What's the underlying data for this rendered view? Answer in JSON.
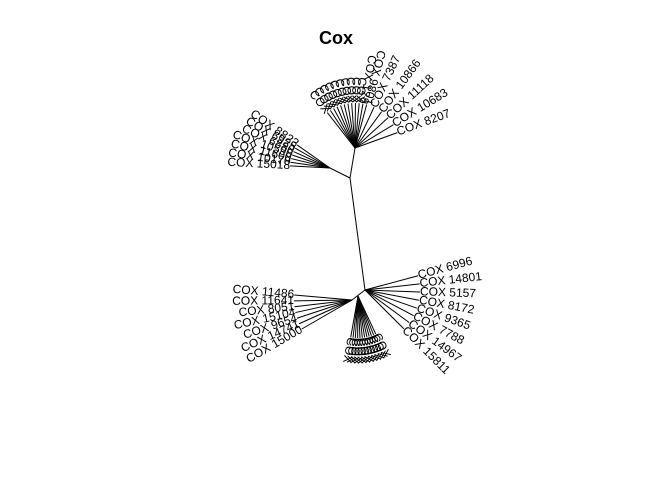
{
  "title": "Cox",
  "tree": {
    "upper_left_labels": [
      "COX 15018",
      "COX 10170",
      "COX 11600",
      "COX 10590",
      "COX 6880",
      "COX 6925",
      "COX 8823"
    ],
    "upper_top_labels": [
      "COX",
      "COX",
      "COX",
      "COX",
      "COX",
      "COX",
      "COX",
      "COX",
      "COX",
      "COX",
      "COX 128",
      "COX 9801"
    ],
    "upper_right_labels": [
      "COX 7387",
      "COX 10866",
      "COX 11118",
      "COX 10683",
      "COX 8207"
    ],
    "lower_right_labels": [
      "COX 6996",
      "COX 14801",
      "COX 5157",
      "COX 8172",
      "COX 9365",
      "COX 7788",
      "COX 14967",
      "COX 15811"
    ],
    "lower_left_labels": [
      "COX 11486",
      "COX 11641",
      "COX 8051",
      "COX 15104",
      "COX 9654",
      "COX 14741",
      "COX 15000"
    ],
    "lower_bottom_labels": [
      "COX",
      "COX",
      "COX",
      "COX",
      "COX",
      "COX",
      "COX",
      "COX",
      "COX",
      "COX",
      "COX",
      "COX"
    ]
  }
}
